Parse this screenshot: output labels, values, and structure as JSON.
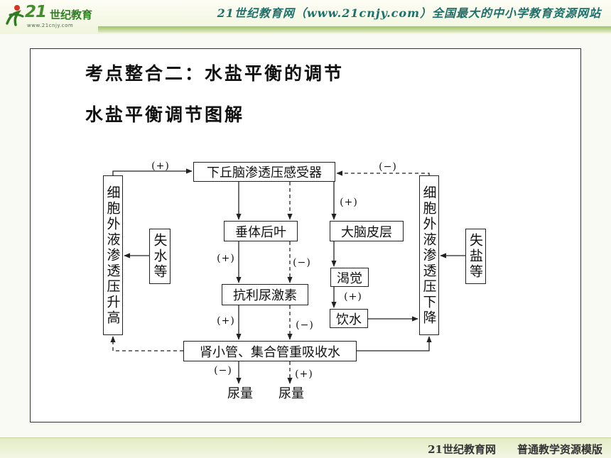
{
  "header": {
    "logo_mark": "21",
    "logo_name": "世纪教育",
    "logo_url": "www.21cnjy.com",
    "banner": "21世纪教育网（www.21cnjy.com）全国最大的中小学教育资源网站"
  },
  "slide": {
    "title": "考点整合二：水盐平衡的调节",
    "subtitle": "水盐平衡调节图解"
  },
  "diagram": {
    "nodes": {
      "hypothalamus": "下丘脑渗透压感受器",
      "ecf_high": "细胞外液渗透压升高",
      "water_loss": "失水等",
      "ecf_low": "细胞外液渗透压下降",
      "salt_loss": "失盐等",
      "pituitary": "垂体后叶",
      "cortex": "大脑皮层",
      "thirst": "渴觉",
      "drink": "饮水",
      "adh": "抗利尿激素",
      "kidney": "肾小管、集合管重吸收水",
      "urine_solid": "尿量",
      "urine_dashed": "尿量"
    },
    "signs": {
      "ecf_high_to_hypothalamus": "(+)",
      "ecf_low_to_hypothalamus": "(−)",
      "hypothalamus_to_cortex": "(+)",
      "pituitary_to_adh_solid": "(+)",
      "pituitary_to_adh_dashed": "(−)",
      "thirst_to_drink": "(+)",
      "adh_to_kidney_solid": "(+)",
      "adh_to_kidney_dashed": "(−)",
      "kidney_to_urine_solid": "(−)",
      "kidney_to_urine_dashed": "(+)"
    }
  },
  "footer": {
    "site": "21世纪教育网",
    "template": "普通教学资源模版"
  },
  "colors": {
    "brand": "#3f8f2a",
    "brand_dark": "#2f7d22",
    "banner": "#1f6f6a",
    "line": "#222222"
  }
}
